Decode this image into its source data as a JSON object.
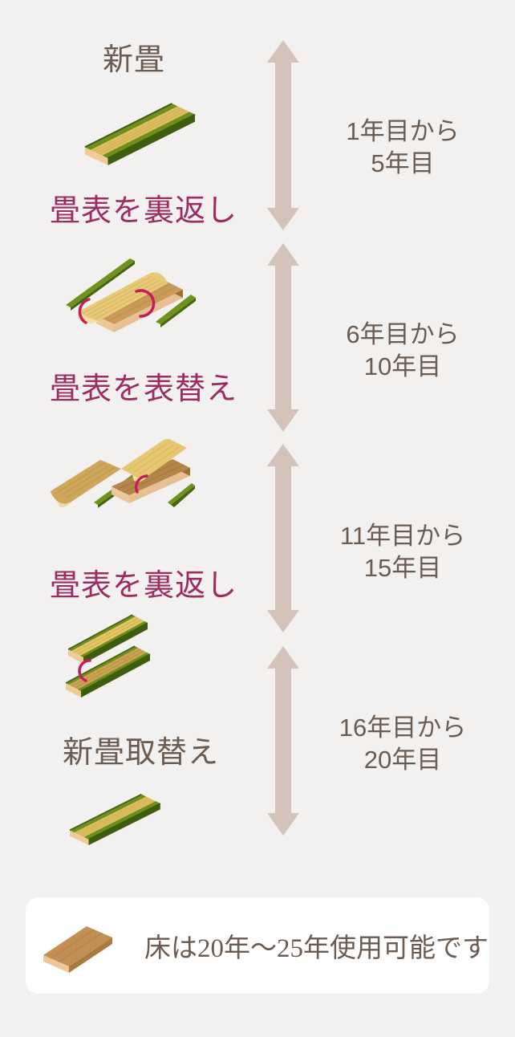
{
  "diagram_title": "tatami-replacement-lifecycle",
  "steps": [
    {
      "label": "新畳",
      "text_color": "#6b5b51",
      "icon": "new-tatami-illustration"
    },
    {
      "label": "畳表を裏返し",
      "text_color": "#9b2d62",
      "icon": "tatami-uragaeshi-flip-illustration"
    },
    {
      "label": "畳表を表替え",
      "text_color": "#9b2d62",
      "icon": "tatami-omotegae-resurface-illustration"
    },
    {
      "label": "畳表を裏返し",
      "text_color": "#9b2d62",
      "icon": "tatami-uragaeshi-stacked-illustration"
    },
    {
      "label": "新畳取替え",
      "text_color": "#6b5b51",
      "icon": "new-tatami-replacement-illustration"
    }
  ],
  "timeline": {
    "arrow_color": "#d3c3ba",
    "periods": [
      {
        "line1": "1年目から",
        "line2": "5年目"
      },
      {
        "line1": "6年目から",
        "line2": "10年目"
      },
      {
        "line1": "11年目から",
        "line2": "15年目"
      },
      {
        "line1": "16年目から",
        "line2": "20年目"
      }
    ]
  },
  "footnote": {
    "text": "床は20年〜25年使用可能です",
    "icon": "tatami-base-board-illustration"
  },
  "colors": {
    "background": "#f2f1ef",
    "arrow": "#d3c3ba",
    "label_brown": "#6b5b51",
    "label_magenta": "#9b2d62",
    "flip_arrow_accent": "#c41f5c",
    "tatami_surface": "#dcbd60",
    "tatami_edge_green": "#6e8e1e",
    "base_board_brown": "#c28f55",
    "card_background": "#fefefe"
  }
}
